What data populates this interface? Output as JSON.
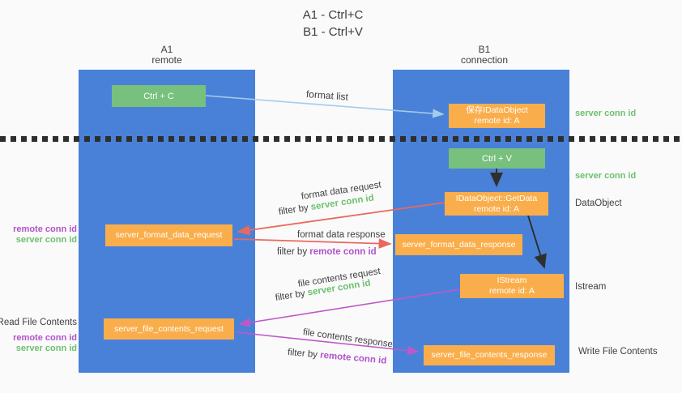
{
  "title": {
    "line1": "A1 - Ctrl+C",
    "line2": "B1 - Ctrl+V"
  },
  "lanes": {
    "a1": {
      "name": "A1",
      "subtitle": "remote"
    },
    "b1": {
      "name": "B1",
      "subtitle": "connection"
    }
  },
  "nodes": {
    "ctrl_c": {
      "label": "Ctrl + C"
    },
    "save_idataobject": {
      "line1": "保存IDataObject",
      "line2": "remote id: A"
    },
    "ctrl_v": {
      "label": "Ctrl + V"
    },
    "getdata": {
      "line1": "IDataObject::GetData",
      "line2": "remote id: A"
    },
    "server_format_data_request": {
      "label": "server_format_data_request"
    },
    "server_format_data_response": {
      "label": "server_format_data_response"
    },
    "istream": {
      "line1": "IStream",
      "line2": "remote id: A"
    },
    "server_file_contents_request": {
      "label": "server_file_contents_request"
    },
    "server_file_contents_response": {
      "label": "server_file_contents_response"
    }
  },
  "flow_labels": {
    "format_list": "format list",
    "format_data_request": "format data request",
    "format_data_response": "format data response",
    "file_contents_request": "file contents request",
    "file_contents_response": "file contents response",
    "filter_prefix": "filter by",
    "server_conn_id": "server conn id",
    "remote_conn_id": "remote conn id"
  },
  "side_labels": {
    "remote_conn_id": "remote conn id",
    "server_conn_id": "server conn id",
    "read_file_contents": "Read File Contents",
    "write_file_contents": "Write File Contents",
    "dataobject": "DataObject",
    "istream": "Istream"
  },
  "colors": {
    "lane_blue": "#4a81d8",
    "node_green": "#77c07d",
    "node_orange": "#f9ae4b",
    "conn_green_text": "#6cc06e",
    "conn_purple_text": "#b153cb",
    "arrow_red": "#e9695f",
    "arrow_magenta": "#c058c9",
    "arrow_blue": "#a4cbea",
    "arrow_black": "#2f2f2f",
    "text_dark": "#3f3f3f",
    "background": "#fafafa"
  }
}
